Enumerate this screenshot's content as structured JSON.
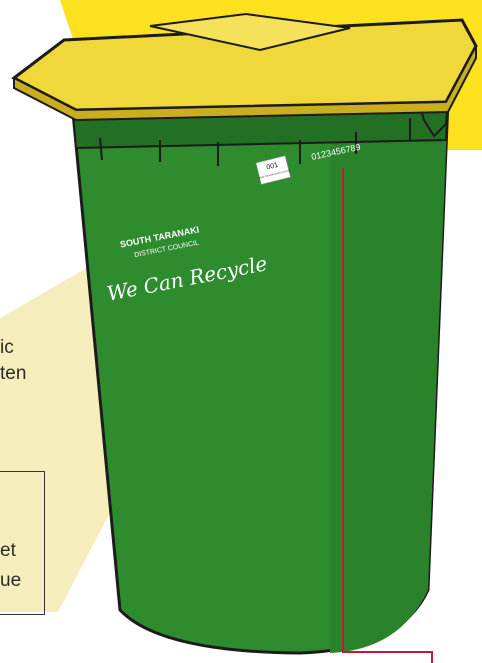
{
  "colors": {
    "banner": "#FFE21F",
    "bin_body": "#2E8B2E",
    "bin_dark": "#236F23",
    "lid": "#F1D83A",
    "lid_dark": "#C9AE1F",
    "highlight": "#F5EBB5",
    "red_line": "#C2183A",
    "outline": "#1C1C1C"
  },
  "illustration": {
    "label_sticker": {
      "number": "001",
      "fine_print": "South Taranaki District Council"
    },
    "serial_number": "0123456789",
    "logo": {
      "line1": "SOUTH TARANAKI",
      "line2": "DISTRICT COUNCIL",
      "slogan": "We Can Recycle"
    }
  },
  "cropped_text": {
    "line1": "ic",
    "line2": "ten",
    "line3": "et",
    "line4": "ue"
  },
  "icons": [
    "wheelie-bin-icon"
  ]
}
